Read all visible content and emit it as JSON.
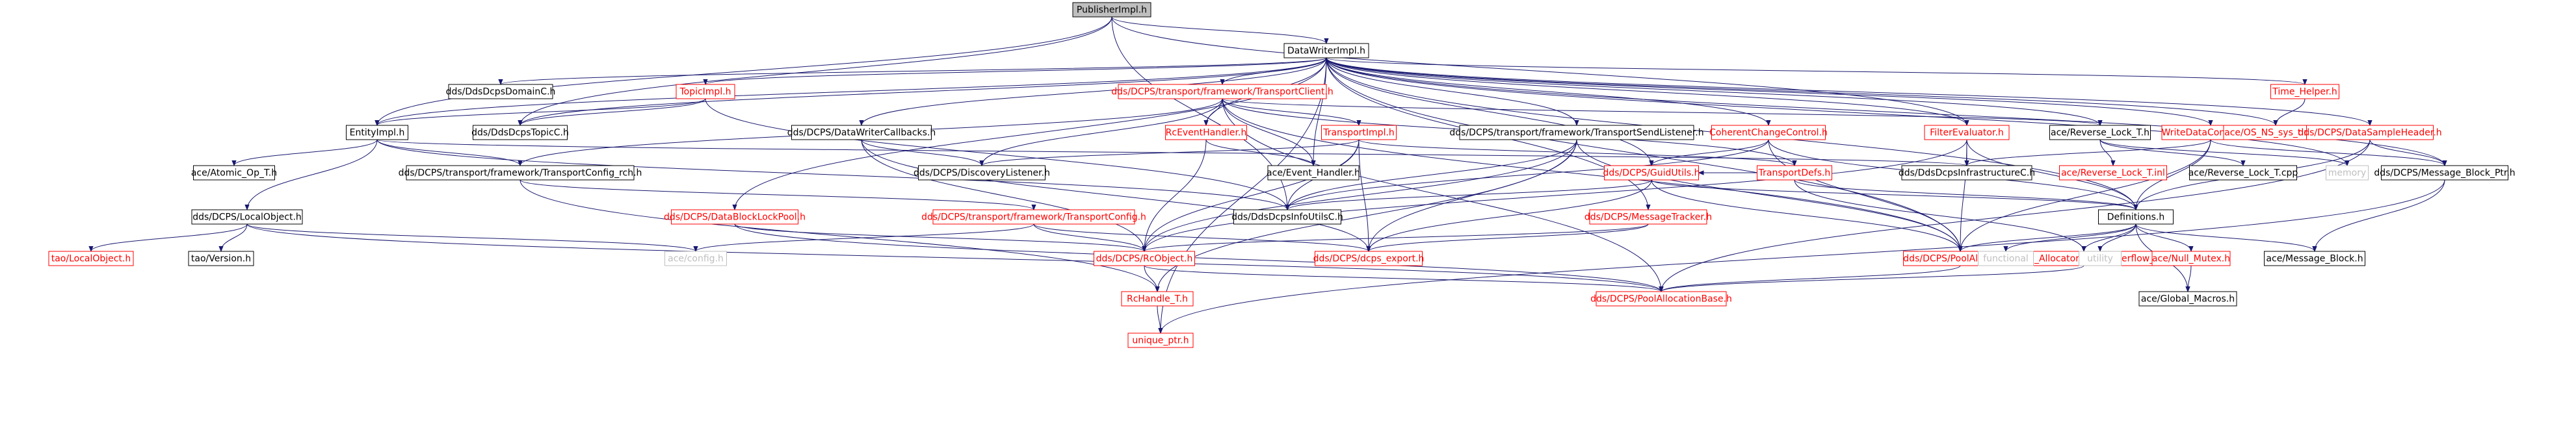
{
  "colors": {
    "edge": "#191970",
    "normal_border": "#000000",
    "normal_text": "#000000",
    "linked_border": "#ff0000",
    "linked_text": "#ff0000",
    "missing_border": "#bfbfbf",
    "missing_text": "#bfbfbf",
    "root_fill": "#bfbfbf"
  },
  "nodes": [
    {
      "id": "n1",
      "label": "PublisherImpl.h",
      "style": "root"
    },
    {
      "id": "n2",
      "label": "DataWriterImpl.h",
      "style": "normal"
    },
    {
      "id": "n3",
      "label": "EntityImpl.h",
      "style": "normal"
    },
    {
      "id": "n4",
      "label": "dds/DdsDcpsDomainC.h",
      "style": "normal"
    },
    {
      "id": "n5",
      "label": "TopicImpl.h",
      "style": "linked"
    },
    {
      "id": "n6",
      "label": "dds/DdsDcpsTopicC.h",
      "style": "normal"
    },
    {
      "id": "n7",
      "label": "dds/DCPS/transport/framework/TransportClient.h",
      "style": "linked"
    },
    {
      "id": "n8",
      "label": "dds/DCPS/DataWriterCallbacks.h",
      "style": "normal"
    },
    {
      "id": "n9",
      "label": "RcEventHandler.h",
      "style": "linked"
    },
    {
      "id": "n10",
      "label": "TransportImpl.h",
      "style": "linked"
    },
    {
      "id": "n11",
      "label": "dds/DCPS/transport/framework/TransportSendListener.h",
      "style": "normal"
    },
    {
      "id": "n12",
      "label": "CoherentChangeControl.h",
      "style": "linked"
    },
    {
      "id": "n13",
      "label": "FilterEvaluator.h",
      "style": "linked"
    },
    {
      "id": "n14",
      "label": "ace/Reverse_Lock_T.h",
      "style": "normal"
    },
    {
      "id": "n15",
      "label": "WriteDataContainer.h",
      "style": "linked"
    },
    {
      "id": "n16",
      "label": "Time_Helper.h",
      "style": "linked"
    },
    {
      "id": "n17",
      "label": "ace/OS_NS_sys_time.h",
      "style": "linked"
    },
    {
      "id": "n18",
      "label": "dds/DCPS/DataSampleHeader.h",
      "style": "linked"
    },
    {
      "id": "n19",
      "label": "ace/Atomic_Op_T.h",
      "style": "normal"
    },
    {
      "id": "n20",
      "label": "dds/DCPS/transport/framework/TransportConfig_rch.h",
      "style": "normal"
    },
    {
      "id": "n21",
      "label": "dds/DCPS/DiscoveryListener.h",
      "style": "normal"
    },
    {
      "id": "n22",
      "label": "ace/Event_Handler.h",
      "style": "normal"
    },
    {
      "id": "n23",
      "label": "TransportDefs.h",
      "style": "linked"
    },
    {
      "id": "n24",
      "label": "dds/DCPS/GuidUtils.h",
      "style": "linked"
    },
    {
      "id": "n25",
      "label": "dds/DdsDcpsInfrastructureC.h",
      "style": "normal"
    },
    {
      "id": "n26",
      "label": "ace/Reverse_Lock_T.inl",
      "style": "linked"
    },
    {
      "id": "n27",
      "label": "ace/Reverse_Lock_T.cpp",
      "style": "normal"
    },
    {
      "id": "n28",
      "label": "memory",
      "style": "missing"
    },
    {
      "id": "n29",
      "label": "dds/DCPS/Message_Block_Ptr.h",
      "style": "normal"
    },
    {
      "id": "n30",
      "label": "dds/DCPS/LocalObject.h",
      "style": "normal"
    },
    {
      "id": "n31",
      "label": "dds/DCPS/DataBlockLockPool.h",
      "style": "linked"
    },
    {
      "id": "n32",
      "label": "dds/DCPS/transport/framework/TransportConfig.h",
      "style": "linked"
    },
    {
      "id": "n33",
      "label": "dds/DdsDcpsInfoUtilsC.h",
      "style": "normal"
    },
    {
      "id": "n34",
      "label": "dds/DCPS/MessageTracker.h",
      "style": "linked"
    },
    {
      "id": "n35",
      "label": "Definitions.h",
      "style": "normal"
    },
    {
      "id": "n36",
      "label": "tao/LocalObject.h",
      "style": "linked"
    },
    {
      "id": "n37",
      "label": "tao/Version.h",
      "style": "normal"
    },
    {
      "id": "n38",
      "label": "ace/config.h",
      "style": "missing"
    },
    {
      "id": "n39",
      "label": "dds/DCPS/RcObject.h",
      "style": "linked"
    },
    {
      "id": "n40",
      "label": "dds/DCPS/dcps_export.h",
      "style": "linked"
    },
    {
      "id": "n41",
      "label": "dds/DCPS/PoolAllocator.h",
      "style": "linked"
    },
    {
      "id": "n42",
      "label": "Cached_Allocator_With_Overflow_T.h",
      "style": "linked"
    },
    {
      "id": "n43",
      "label": "functional",
      "style": "missing"
    },
    {
      "id": "n44",
      "label": "utility",
      "style": "missing"
    },
    {
      "id": "n45",
      "label": "ace/Null_Mutex.h",
      "style": "linked"
    },
    {
      "id": "n46",
      "label": "ace/Message_Block.h",
      "style": "normal"
    },
    {
      "id": "n47",
      "label": "RcHandle_T.h",
      "style": "linked"
    },
    {
      "id": "n48",
      "label": "dds/DCPS/PoolAllocationBase.h",
      "style": "linked"
    },
    {
      "id": "n49",
      "label": "ace/Global_Macros.h",
      "style": "normal"
    },
    {
      "id": "n50",
      "label": "unique_ptr.h",
      "style": "linked"
    }
  ],
  "edges": [
    [
      "n1",
      "n2"
    ],
    [
      "n1",
      "n3"
    ],
    [
      "n1",
      "n6"
    ],
    [
      "n1",
      "n13"
    ],
    [
      "n1",
      "n33"
    ],
    [
      "n2",
      "n3"
    ],
    [
      "n2",
      "n4"
    ],
    [
      "n2",
      "n5"
    ],
    [
      "n2",
      "n6"
    ],
    [
      "n2",
      "n7"
    ],
    [
      "n2",
      "n8"
    ],
    [
      "n2",
      "n9"
    ],
    [
      "n2",
      "n11"
    ],
    [
      "n2",
      "n12"
    ],
    [
      "n2",
      "n13"
    ],
    [
      "n2",
      "n14"
    ],
    [
      "n2",
      "n15"
    ],
    [
      "n2",
      "n16"
    ],
    [
      "n2",
      "n17"
    ],
    [
      "n2",
      "n18"
    ],
    [
      "n2",
      "n24"
    ],
    [
      "n2",
      "n28"
    ],
    [
      "n2",
      "n29"
    ],
    [
      "n2",
      "n34"
    ],
    [
      "n2",
      "n35"
    ],
    [
      "n2",
      "n50"
    ],
    [
      "n2",
      "n22"
    ],
    [
      "n2",
      "n31"
    ],
    [
      "n2",
      "n41"
    ],
    [
      "n3",
      "n19"
    ],
    [
      "n3",
      "n20"
    ],
    [
      "n3",
      "n30"
    ],
    [
      "n3",
      "n33"
    ],
    [
      "n3",
      "n25"
    ],
    [
      "n5",
      "n3"
    ],
    [
      "n5",
      "n6"
    ],
    [
      "n5",
      "n33"
    ],
    [
      "n7",
      "n9"
    ],
    [
      "n7",
      "n10"
    ],
    [
      "n7",
      "n14"
    ],
    [
      "n7",
      "n20"
    ],
    [
      "n7",
      "n21"
    ],
    [
      "n7",
      "n22"
    ],
    [
      "n7",
      "n23"
    ],
    [
      "n7",
      "n48"
    ],
    [
      "n7",
      "n41"
    ],
    [
      "n8",
      "n21"
    ],
    [
      "n8",
      "n39"
    ],
    [
      "n8",
      "n40"
    ],
    [
      "n9",
      "n22"
    ],
    [
      "n9",
      "n39"
    ],
    [
      "n10",
      "n21"
    ],
    [
      "n10",
      "n23"
    ],
    [
      "n10",
      "n33"
    ],
    [
      "n10",
      "n39"
    ],
    [
      "n10",
      "n40"
    ],
    [
      "n11",
      "n33"
    ],
    [
      "n11",
      "n40"
    ],
    [
      "n11",
      "n41"
    ],
    [
      "n11",
      "n47"
    ],
    [
      "n11",
      "n39"
    ],
    [
      "n12",
      "n24"
    ],
    [
      "n12",
      "n35"
    ],
    [
      "n12",
      "n41"
    ],
    [
      "n12",
      "n33"
    ],
    [
      "n13",
      "n25"
    ],
    [
      "n13",
      "n35"
    ],
    [
      "n13",
      "n41"
    ],
    [
      "n13",
      "n39"
    ],
    [
      "n14",
      "n26"
    ],
    [
      "n14",
      "n27"
    ],
    [
      "n14",
      "n28"
    ],
    [
      "n15",
      "n29"
    ],
    [
      "n15",
      "n41"
    ],
    [
      "n15",
      "n35"
    ],
    [
      "n15",
      "n25"
    ],
    [
      "n16",
      "n17"
    ],
    [
      "n18",
      "n29"
    ],
    [
      "n18",
      "n35"
    ],
    [
      "n18",
      "n48"
    ],
    [
      "n20",
      "n32"
    ],
    [
      "n20",
      "n47"
    ],
    [
      "n23",
      "n24"
    ],
    [
      "n23",
      "n35"
    ],
    [
      "n23",
      "n42"
    ],
    [
      "n24",
      "n33"
    ],
    [
      "n24",
      "n40"
    ],
    [
      "n24",
      "n41"
    ],
    [
      "n24",
      "n35"
    ],
    [
      "n30",
      "n36"
    ],
    [
      "n30",
      "n37"
    ],
    [
      "n30",
      "n48"
    ],
    [
      "n30",
      "n38"
    ],
    [
      "n31",
      "n39"
    ],
    [
      "n31",
      "n48"
    ],
    [
      "n32",
      "n38"
    ],
    [
      "n32",
      "n39"
    ],
    [
      "n32",
      "n40"
    ],
    [
      "n34",
      "n40"
    ],
    [
      "n34",
      "n39"
    ],
    [
      "n35",
      "n41"
    ],
    [
      "n35",
      "n42"
    ],
    [
      "n35",
      "n43"
    ],
    [
      "n35",
      "n44"
    ],
    [
      "n35",
      "n45"
    ],
    [
      "n35",
      "n46"
    ],
    [
      "n35",
      "n49"
    ],
    [
      "n29",
      "n46"
    ],
    [
      "n29",
      "n50"
    ],
    [
      "n39",
      "n47"
    ],
    [
      "n39",
      "n48"
    ],
    [
      "n41",
      "n48"
    ],
    [
      "n42",
      "n48"
    ],
    [
      "n45",
      "n49"
    ],
    [
      "n47",
      "n50"
    ]
  ]
}
